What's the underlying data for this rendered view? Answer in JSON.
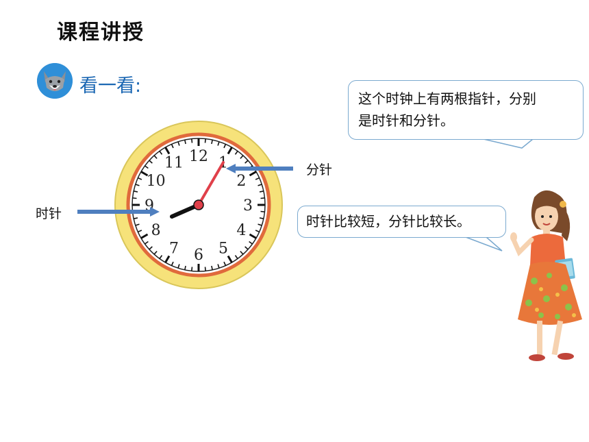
{
  "header": {
    "title": "课程讲授"
  },
  "section": {
    "icon": "wolf-head-icon",
    "label": "看一看:"
  },
  "bubbles": {
    "top_line1": "这个时钟上有两根指针，分别",
    "top_line2": "是时针和分针。",
    "bottom": "时针比较短，分针比较长。"
  },
  "labels": {
    "minute_hand": "分针",
    "hour_hand": "时针"
  },
  "clock": {
    "numbers": [
      "12",
      "1",
      "2",
      "3",
      "4",
      "5",
      "6",
      "7",
      "8",
      "9",
      "10",
      "11"
    ],
    "time_shown": "8:05"
  },
  "colors": {
    "clock_outer": "#f6e27a",
    "clock_ring": "#e06a3c",
    "minute_hand": "#e0404a",
    "hour_hand": "#111111",
    "arrow": "#4f7fbf",
    "look_label": "#1b67b3"
  }
}
